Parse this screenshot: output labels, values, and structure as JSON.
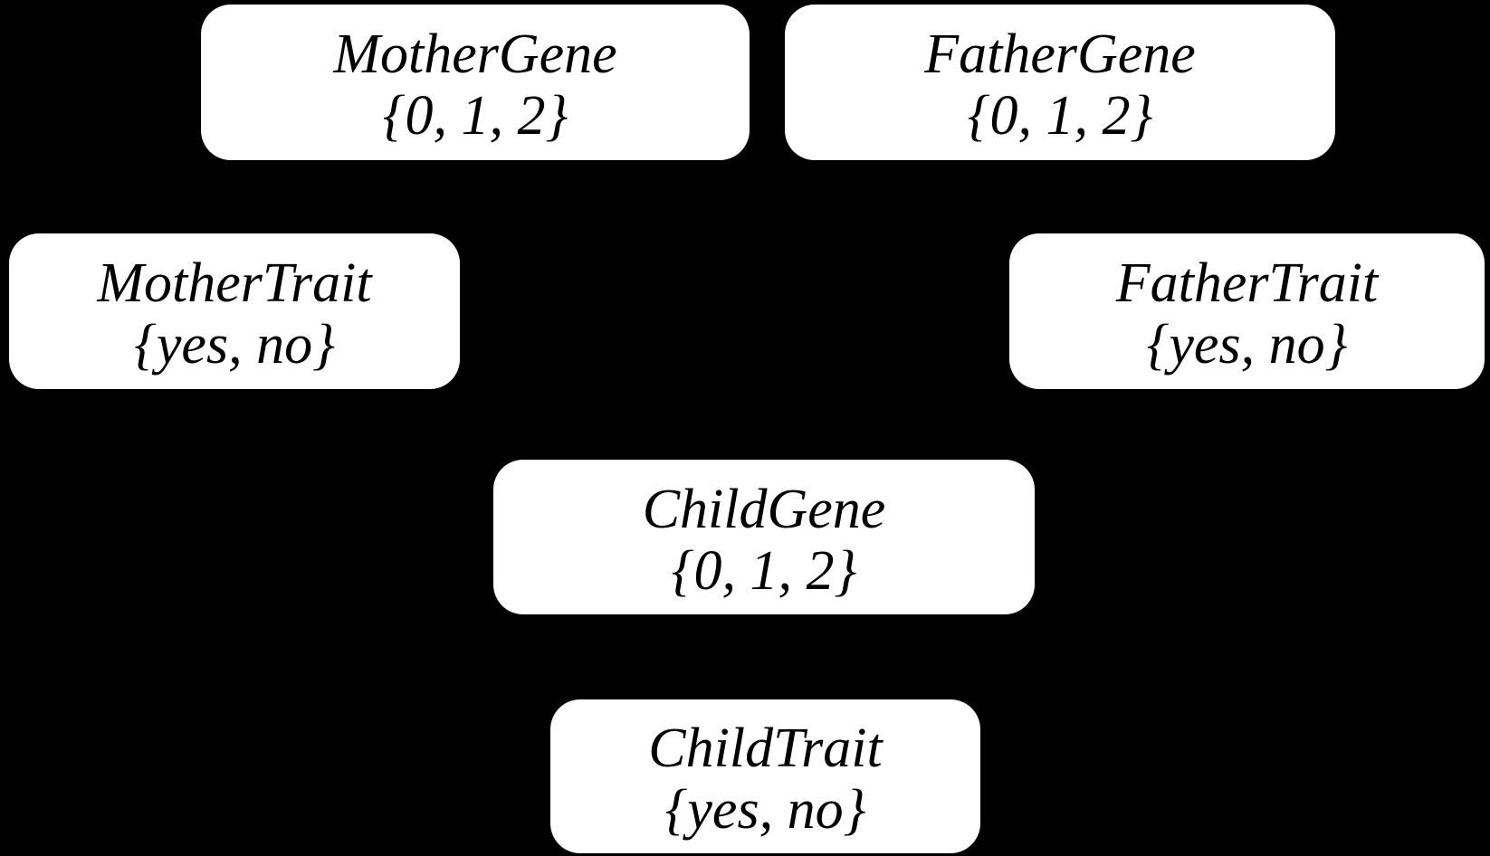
{
  "diagram": {
    "type": "bayesian-network",
    "background_color": "#000000",
    "node_fill_color": "#ffffff",
    "node_text_color": "#000000",
    "nodes": {
      "mother_gene": {
        "label": "MotherGene",
        "domain": "{0, 1, 2}"
      },
      "father_gene": {
        "label": "FatherGene",
        "domain": "{0, 1, 2}"
      },
      "mother_trait": {
        "label": "MotherTrait",
        "domain": "{yes, no}"
      },
      "father_trait": {
        "label": "FatherTrait",
        "domain": "{yes, no}"
      },
      "child_gene": {
        "label": "ChildGene",
        "domain": "{0, 1, 2}"
      },
      "child_trait": {
        "label": "ChildTrait",
        "domain": "{yes, no}"
      }
    }
  }
}
